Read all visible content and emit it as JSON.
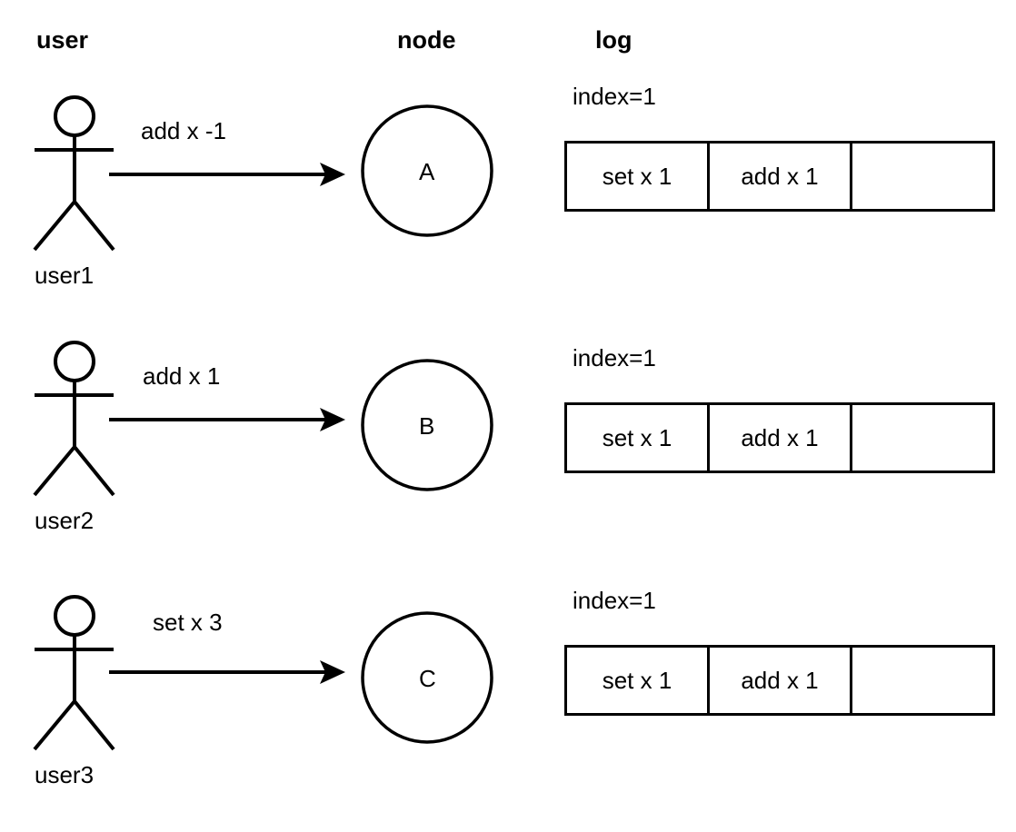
{
  "headers": {
    "user": "user",
    "node": "node",
    "log": "log"
  },
  "rows": [
    {
      "actor_label": "user1",
      "message": "add x -1",
      "node_label": "A",
      "index_label": "index=1",
      "log_cells": [
        "set x 1",
        "add x 1",
        ""
      ]
    },
    {
      "actor_label": "user2",
      "message": "add x 1",
      "node_label": "B",
      "index_label": "index=1",
      "log_cells": [
        "set x 1",
        "add x 1",
        ""
      ]
    },
    {
      "actor_label": "user3",
      "message": "set x 3",
      "node_label": "C",
      "index_label": "index=1",
      "log_cells": [
        "set x 1",
        "add x 1",
        ""
      ]
    }
  ],
  "colors": {
    "stroke": "#000000",
    "background": "#ffffff"
  },
  "icons": {
    "actor": "stick-figure-icon",
    "arrow": "arrow-right-icon",
    "node": "circle-node-icon"
  }
}
